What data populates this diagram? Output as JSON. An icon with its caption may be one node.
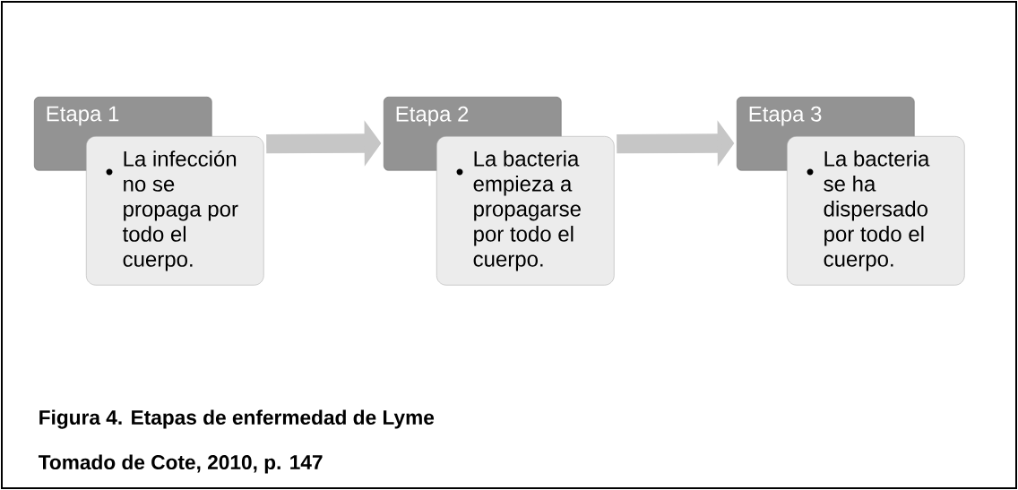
{
  "diagram": {
    "caption": "Figura 4. Etapas de enfermedad de Lyme",
    "nodes": [
      {
        "text": [
          "Etapa 1"
        ]
      },
      {
        "text": [
          "La infección no se propaga por todo el cuerpo."
        ]
      },
      {
        "text": [
          "Etapa 2"
        ]
      },
      {
        "text": [
          "La bacteria empieza a propagarse por todo el cuerpo."
        ]
      },
      {
        "text": [
          "Etapa 3"
        ]
      },
      {
        "text": [
          "La bacteria se ha dispersado por todo el cuerpo."
        ]
      }
    ],
    "edges": [
      {
        "from": 1,
        "to": 2,
        "arrow": "to"
      },
      {
        "from": 3,
        "to": 4,
        "arrow": "to"
      }
    ],
    "labels": [
      "Tomado de Cote, 2010, p. 147"
    ]
  }
}
